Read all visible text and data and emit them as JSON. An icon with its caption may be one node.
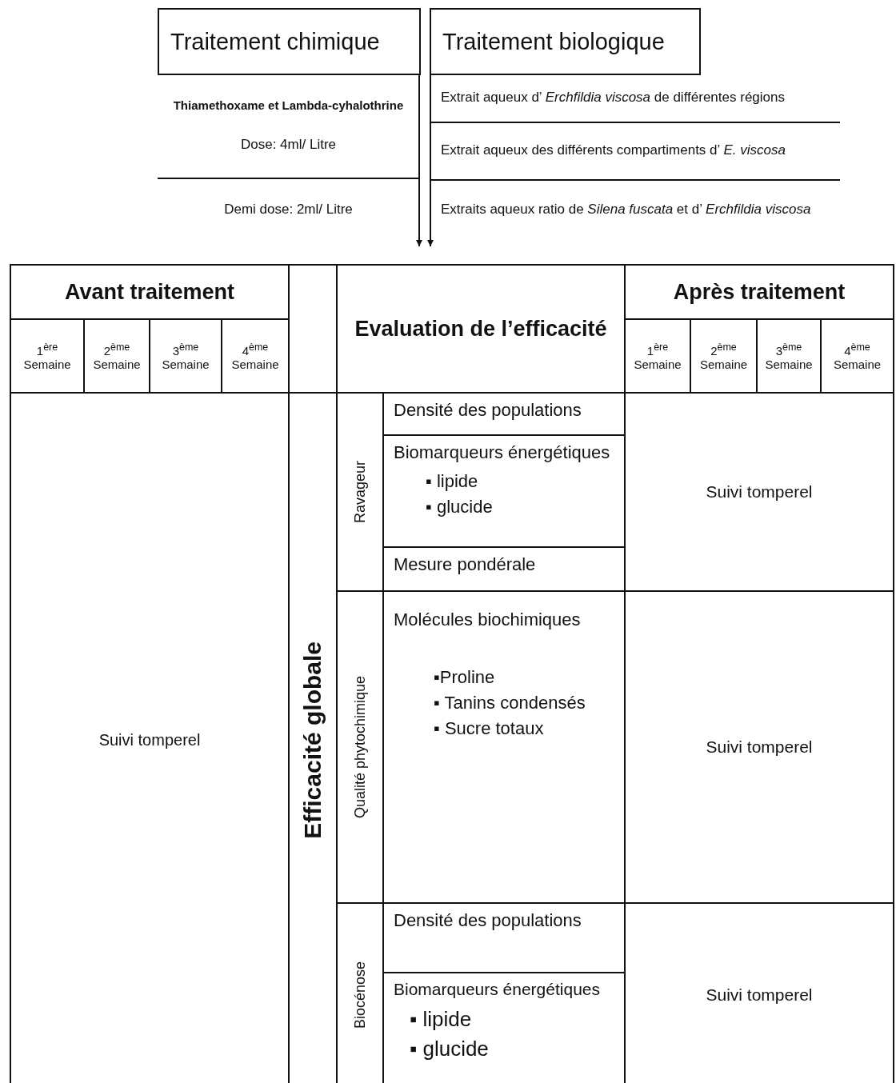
{
  "diagram": {
    "nodes": [
      {
        "text": [
          "Traitement chimique"
        ]
      },
      {
        "text": [
          "Thiamethoxame et Lambda-cyhalothrine",
          "Dose: 4ml/ Litre"
        ]
      },
      {
        "text": [
          "Demi dose: 2ml/ Litre"
        ]
      },
      {
        "text": [
          "Traitement biologique"
        ]
      },
      {
        "text": [
          "Extrait aqueux d’ *Erchfildia viscosa* de différentes régions"
        ]
      },
      {
        "text": [
          "Extrait aqueux des différents compartiments d’ *E. viscosa*"
        ]
      },
      {
        "text": [
          "Extraits aqueux ratio de *Silena fuscata* et d’ *Erchfildia viscosa*"
        ]
      },
      {
        "text": [
          "Avant traitement"
        ]
      },
      {
        "text": [
          "1$^{ère}$ Semaine"
        ]
      },
      {
        "text": [
          "2$^{ème}$ Semaine"
        ]
      },
      {
        "text": [
          "3$^{ème}$ Semaine"
        ]
      },
      {
        "text": [
          "4$^{ème}$ Semaine"
        ]
      },
      {
        "text": [
          "Evaluation de l’efficacité"
        ]
      },
      {
        "text": [
          "Après traitement"
        ]
      },
      {
        "text": [
          "1$^{ère}$ Semaine"
        ]
      },
      {
        "text": [
          "2$^{ème}$ Semaine"
        ]
      },
      {
        "text": [
          "3$^{ème}$ Semaine"
        ]
      },
      {
        "text": [
          "4$^{ème}$ Semaine"
        ]
      },
      {
        "text": [
          "Suivi tomperel"
        ]
      },
      {
        "text": [
          "Efficacité globale"
        ]
      },
      {
        "text": [
          "Ravageur"
        ]
      },
      {
        "text": [
          "Densité des populations"
        ]
      },
      {
        "text": [
          "Biomarqueurs énergétiques",
          "▪ lipide",
          "▪ glucide"
        ]
      },
      {
        "text": [
          "Mesure pondérale"
        ]
      },
      {
        "text": [
          "Suivi tomperel"
        ]
      },
      {
        "text": [
          "Qualité phytochimique"
        ]
      },
      {
        "text": [
          "Molécules biochimiques",
          "▪Proline",
          "▪ Tanins condensés",
          "▪ Sucre totaux"
        ]
      },
      {
        "text": [
          "Suivi tomperel"
        ]
      },
      {
        "text": [
          "Biocénose"
        ]
      },
      {
        "text": [
          "Densité des populations"
        ]
      },
      {
        "text": [
          "Biomarqueurs énergétiques",
          "▪ lipide",
          "▪ glucide"
        ]
      },
      {
        "text": [
          "Suivi tomperel"
        ]
      }
    ],
    "edges": [
      {
        "from": 0,
        "to": 12,
        "arrow": "to"
      },
      {
        "from": 3,
        "to": 12,
        "arrow": "to"
      }
    ]
  }
}
